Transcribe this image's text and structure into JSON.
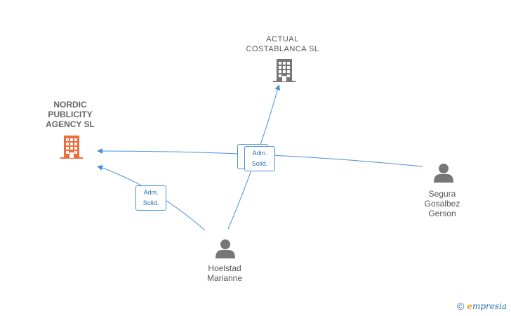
{
  "nodes": {
    "nordic": {
      "label": "NORDIC\nPUBLICITY\nAGENCY  SL",
      "type": "company",
      "highlight": true,
      "color": "#f26b3a"
    },
    "actual": {
      "label": "ACTUAL\nCOSTABLANCA SL",
      "type": "company",
      "color": "#777777"
    },
    "segura": {
      "label": "Segura\nGosalbez\nGerson",
      "type": "person",
      "color": "#777777"
    },
    "hoelstad": {
      "label": "Hoelstad\nMarianne",
      "type": "person",
      "color": "#777777"
    }
  },
  "edges": [
    {
      "from": "segura",
      "to": "nordic",
      "role": "Adm.\nSolid."
    },
    {
      "from": "hoelstad",
      "to": "actual",
      "role": "Adm.\nSolid."
    },
    {
      "from": "hoelstad",
      "to": "nordic",
      "role": "Adm.\nSolid."
    }
  ],
  "edge_color": "#4a90d9",
  "footer": {
    "copyright": "©",
    "brand_e": "e",
    "brand_rest": "mpresia"
  }
}
